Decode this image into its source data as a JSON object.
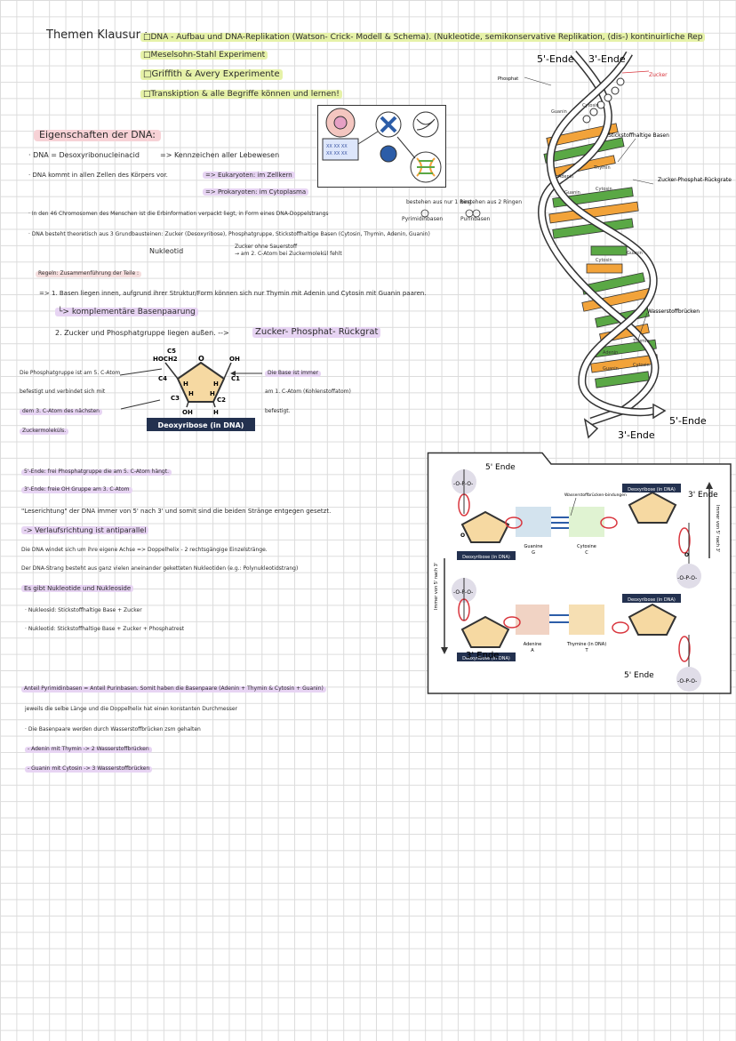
{
  "header": {
    "prefix": "Themen Klausur :",
    "topic1": "□DNA - Aufbau und DNA-Replikation (Watson- Crick- Modell & Schema). (Nukleotide, semikonservative Replikation, (dis-) kontinuirliche Rep",
    "topic2": "□Meselsohn-Stahl Experiment",
    "topic3": "□Griffith & Avery Experimente",
    "topic4": "□Transkiption & alle Begriffe können und lernen!"
  },
  "eig": {
    "heading": "Eigenschaften der DNA:",
    "dna_def": "· DNA = Desoxyribonucleinacid",
    "dna_def_r": "=> Kennzeichen aller Lebewesen",
    "cells": "· DNA kommt in allen Zellen des Körpers vor.",
    "euk": "=> Eukaryoten: im Zellkern",
    "prok": "=> Prokaryoten: im Cytoplasma",
    "chrom": "· In den 46 Chromosomen des Menschen ist die Erbinformation verpackt liegt, in Form eines DNA-Doppelstrangs",
    "bausteine": "· DNA besteht theoretisch aus 3 Grundbausteinen: Zucker (Desoxyribose), Phosphatgruppe, Stickstoffhaltige Basen (Cytosin, Thymin, Adenin, Guanin)",
    "nukleotid": "Nukleotid",
    "note1": "Zucker ohne Sauerstoff",
    "note2": "→ am 2. C-Atom bei Zuckermolekül fehlt",
    "pyr_note": "bestehen aus nur 1 Ring",
    "pyr": "Pyrimidinbasen",
    "pur_note": "bestehen aus 2 Ringen",
    "pur": "Purinbasen"
  },
  "regeln": {
    "title": "Regeln: Zusammenführung der Teile :",
    "r1": "=> 1. Basen liegen innen, aufgrund ihrer Struktur/Form können sich nur Thymin mit Adenin und Cytosin mit Guanin paaren.",
    "r1b": "└> komplementäre Basenpaarung",
    "r2": "2. Zucker und Phosphatgruppe liegen außen. -->",
    "r2b": "Zucker- Phosphat- Rückgrat"
  },
  "sugar": {
    "left1": "Die Phosphatgruppe ist am 5. C-Atom",
    "left2": "befestigt und verbindet sich mit",
    "left3": "dem 3. C-Atom des nächsten",
    "left4": "Zuckermoleküls.",
    "right1": "Die Base ist immer",
    "right2": "am 1. C-Atom (Kohlenstoffatom)",
    "right3": "befestigt.",
    "caption": "Deoxyribose (in DNA)",
    "c5": "C5",
    "hoch2": "HOCH2",
    "o": "O",
    "oh": "OH",
    "c4": "C4",
    "c1": "C1",
    "c3": "C3",
    "c2": "C2",
    "h": "H"
  },
  "ends": {
    "l1": "5'-Ende: frei Phosphatgruppe die am 5. C-Atom hängt.",
    "l2": "3'-Ende: freie OH Gruppe am 3. C-Atom",
    "l3": "\"Leserichtung\" der DNA immer von 5' nach 3' und somit sind die beiden Stränge entgegen gesetzt.",
    "l4": "-> Verlaufsrichtung ist antiparallel",
    "l5": "Die DNA windet sich um ihre eigene Achse => Doppelhelix - 2 rechtsgängige Einzelstränge.",
    "l6": "Der DNA-Strang besteht aus ganz vielen aneinander geketteten Nukleotiden (e.g.: Polynukleotidstrang)",
    "l7": "Es gibt Nukleotide und Nukleoside",
    "l8": "· Nukleosid: Stickstoffhaltige Base + Zucker",
    "l9": "· Nukleotid: Stickstoffhaltige Base + Zucker + Phosphatrest"
  },
  "pairs": {
    "l1": "Anteil Pyrimidinbasen = Anteil Purinbasen. Somit haben die Basenpaare (Adenin + Thymin & Cytosin + Guanin)",
    "l2": "jeweils die selbe Länge und die Doppelhelix hat einen konstanten Durchmesser",
    "l3": "· Die Basenpaare werden durch Wasserstoffbrücken zsm gehalten",
    "l4": "- Adenin mit Thymin -> 2 Wasserstoffbrücken",
    "l5": "- Guanin mit Cytosin -> 3 Wasserstoffbrücken"
  },
  "helix": {
    "end5_top": "5'-Ende",
    "end3_top": "3'-Ende",
    "zucker": "Zucker",
    "phosphat": "Phosphat",
    "basen": "Stickstoffhaltige Basen",
    "rueckgrat": "Zucker-Phosphat-Rückgrate",
    "wasser": "Wasserstoffbrücken",
    "end5_bot": "5'-Ende",
    "end3_bot": "3'-Ende",
    "guanin": "Guanin",
    "cytosin": "Cytosin",
    "adenin": "Adenin",
    "thymin": "Thymin"
  },
  "ladder": {
    "end5_tl": "5' Ende",
    "end3_tr": "3' Ende",
    "end3_bl": "3' Ende",
    "end5_br": "5' Ende",
    "side_left": "Immer von 5' nach 3'",
    "side_right": "Immer von 5' nach 3'",
    "wasserstoff": "Wasserstoffbrücken-bindungen",
    "deox": "Deoxyribose (in DNA)",
    "guanine": "Guanine",
    "g": "G",
    "cytosine": "Cytosine",
    "c": "C",
    "adenine": "Adenine",
    "a": "A",
    "thymine": "Thymine (in DNA)",
    "t": "T",
    "phos": "-O-P-O-",
    "o": "O"
  },
  "colors": {
    "yellow_hl": "#e6f2a8",
    "purple_hl": "#e7d4f3",
    "pink_hl": "#f7d2d6",
    "green": "#5aa845",
    "orange": "#f2a33a",
    "red_circle": "#d9363e"
  }
}
